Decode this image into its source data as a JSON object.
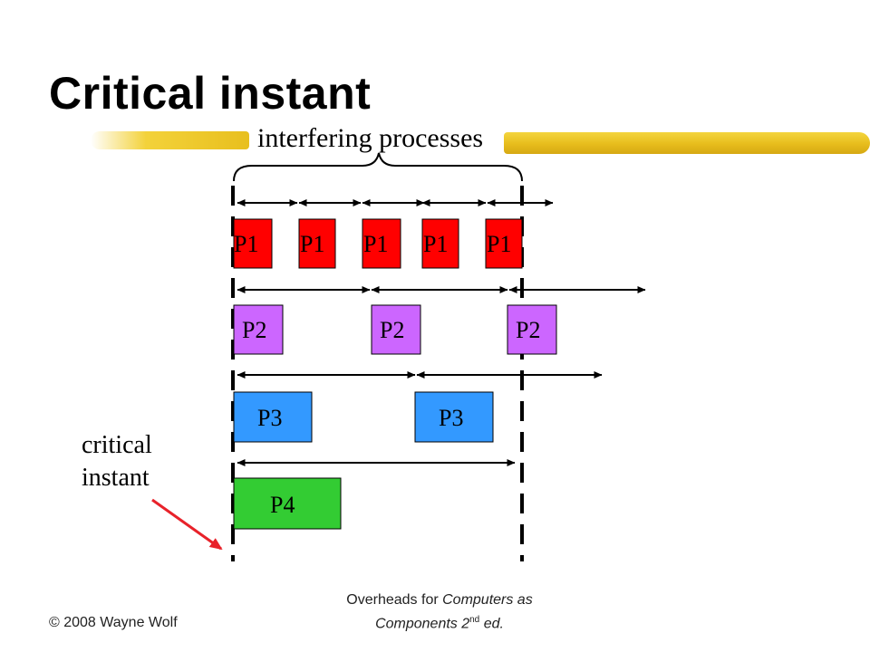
{
  "slide": {
    "title": "Critical instant",
    "interfering_label": "interfering processes",
    "critical_label_line1": "critical",
    "critical_label_line2": "instant"
  },
  "footer": {
    "copyright": "© 2008 Wayne Wolf",
    "overheads_line1": "Overheads for Computers as",
    "overheads_line2_a": "Components 2",
    "overheads_line2_sup": "nd",
    "overheads_line2_b": " ed."
  },
  "processes": {
    "p1": {
      "label": "P1",
      "color": "#ff0000"
    },
    "p2": {
      "label": "P2",
      "color": "#cc66ff"
    },
    "p3": {
      "label": "P3",
      "color": "#3399ff"
    },
    "p4": {
      "label": "P4",
      "color": "#33cc33"
    }
  },
  "colors": {
    "arrow_red": "#e8222a",
    "highlight_yellow": "#e9c229"
  }
}
